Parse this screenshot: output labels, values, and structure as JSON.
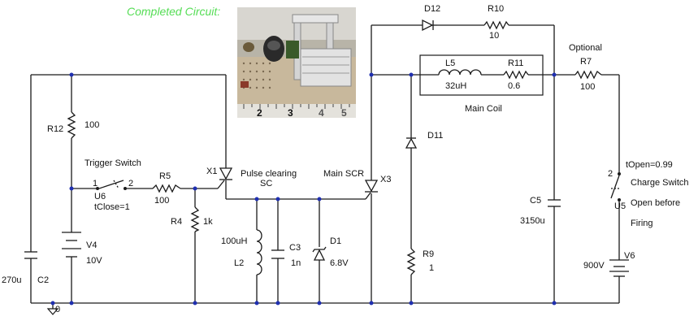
{
  "caption": "Completed Circuit:",
  "colors": {
    "caption": "#55dd55",
    "wire": "#1a1a1a",
    "junction": "#1f2fb0"
  },
  "photo": {
    "board_numbers": [
      "2",
      "3",
      "4",
      "5"
    ]
  },
  "labels": {
    "r12_name": "R12",
    "r12_value": "100",
    "trigger": "Trigger Switch",
    "u6_pin1": "1",
    "u6_pin2": "2",
    "u6_name": "U6",
    "u6_tclose": "tClose=1",
    "r5_name": "R5",
    "r5_value": "100",
    "x1": "X1",
    "pulse_clearing": "Pulse clearing",
    "sc": "SC",
    "r4_name": "R4",
    "r4_value": "1k",
    "v4_name": "V4",
    "v4_value": "10V",
    "c2_name": "C2",
    "c2_value": "270u",
    "ground_label": "0",
    "l2_value": "100uH",
    "l2_name": "L2",
    "c3_name": "C3",
    "c3_value": "1n",
    "d1_name": "D1",
    "d1_value": "6.8V",
    "main_scr": "Main SCR",
    "x3": "X3",
    "d12": "D12",
    "r10_name": "R10",
    "r10_value": "10",
    "l5_name": "L5",
    "l5_value": "32uH",
    "r11_name": "R11",
    "r11_value": "0.6",
    "main_coil": "Main Coil",
    "optional": "Optional",
    "r7_name": "R7",
    "r7_value": "100",
    "d11": "D11",
    "r9_name": "R9",
    "r9_value": "1",
    "c5_name": "C5",
    "c5_value": "3150u",
    "topen": "tOpen=0.99",
    "u5_pin": "2",
    "charge_switch": "Charge Switch",
    "u5_name": "U5",
    "open_before": "Open before",
    "firing": "Firing",
    "v6_name": "V6",
    "v6_value": "900V"
  }
}
